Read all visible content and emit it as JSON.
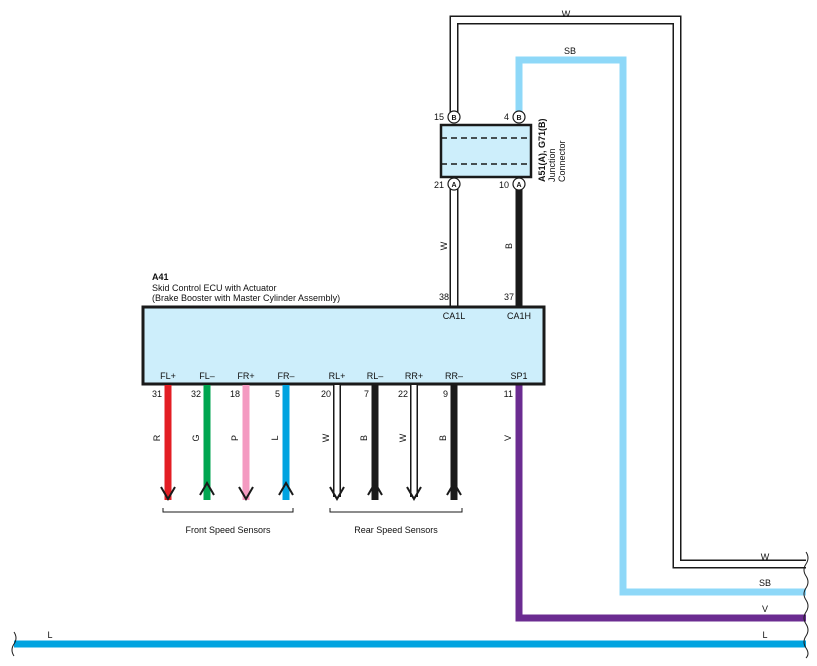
{
  "colors": {
    "white": "#ffffff",
    "sky_blue": "#8ed8f8",
    "black": "#1a1a1a",
    "violet": "#6b2c91",
    "blue": "#00a3e0",
    "red": "#e31e24",
    "green": "#00a650",
    "pink": "#f49ac1",
    "box_fill": "#cdeefb",
    "outline": "#1a1a1a"
  },
  "ecu": {
    "code": "A41",
    "name": "Skid Control ECU with Actuator",
    "subtitle": "(Brake Booster with Master Cylinder Assembly)",
    "top_pins": [
      {
        "num": "38",
        "label": "CA1L"
      },
      {
        "num": "37",
        "label": "CA1H"
      }
    ],
    "bottom_pins": [
      {
        "num": "31",
        "label": "FL+",
        "wire": "R",
        "color": "red"
      },
      {
        "num": "32",
        "label": "FL–",
        "wire": "G",
        "color": "green"
      },
      {
        "num": "18",
        "label": "FR+",
        "wire": "P",
        "color": "pink"
      },
      {
        "num": "5",
        "label": "FR–",
        "wire": "L",
        "color": "blue"
      },
      {
        "num": "20",
        "label": "RL+",
        "wire": "W",
        "color": "white"
      },
      {
        "num": "7",
        "label": "RL–",
        "wire": "B",
        "color": "black"
      },
      {
        "num": "22",
        "label": "RR+",
        "wire": "W",
        "color": "white"
      },
      {
        "num": "9",
        "label": "RR–",
        "wire": "B",
        "color": "black"
      },
      {
        "num": "11",
        "label": "SP1",
        "wire": "V",
        "color": "violet"
      }
    ]
  },
  "junction": {
    "code": "A51(A), G71(B)",
    "name_line1": "Junction",
    "name_line2": "Connector",
    "pins": [
      {
        "num": "15",
        "connector": "B"
      },
      {
        "num": "4",
        "connector": "B"
      },
      {
        "num": "21",
        "connector": "A"
      },
      {
        "num": "10",
        "connector": "A"
      }
    ],
    "wire_left": "W",
    "wire_right": "B"
  },
  "sensor_groups": {
    "front": "Front Speed Sensors",
    "rear": "Rear Speed Sensors"
  },
  "bus_wires": [
    {
      "label": "W",
      "color": "white"
    },
    {
      "label": "SB",
      "color": "sky_blue"
    },
    {
      "label": "V",
      "color": "violet"
    },
    {
      "label": "L",
      "color": "blue"
    }
  ]
}
